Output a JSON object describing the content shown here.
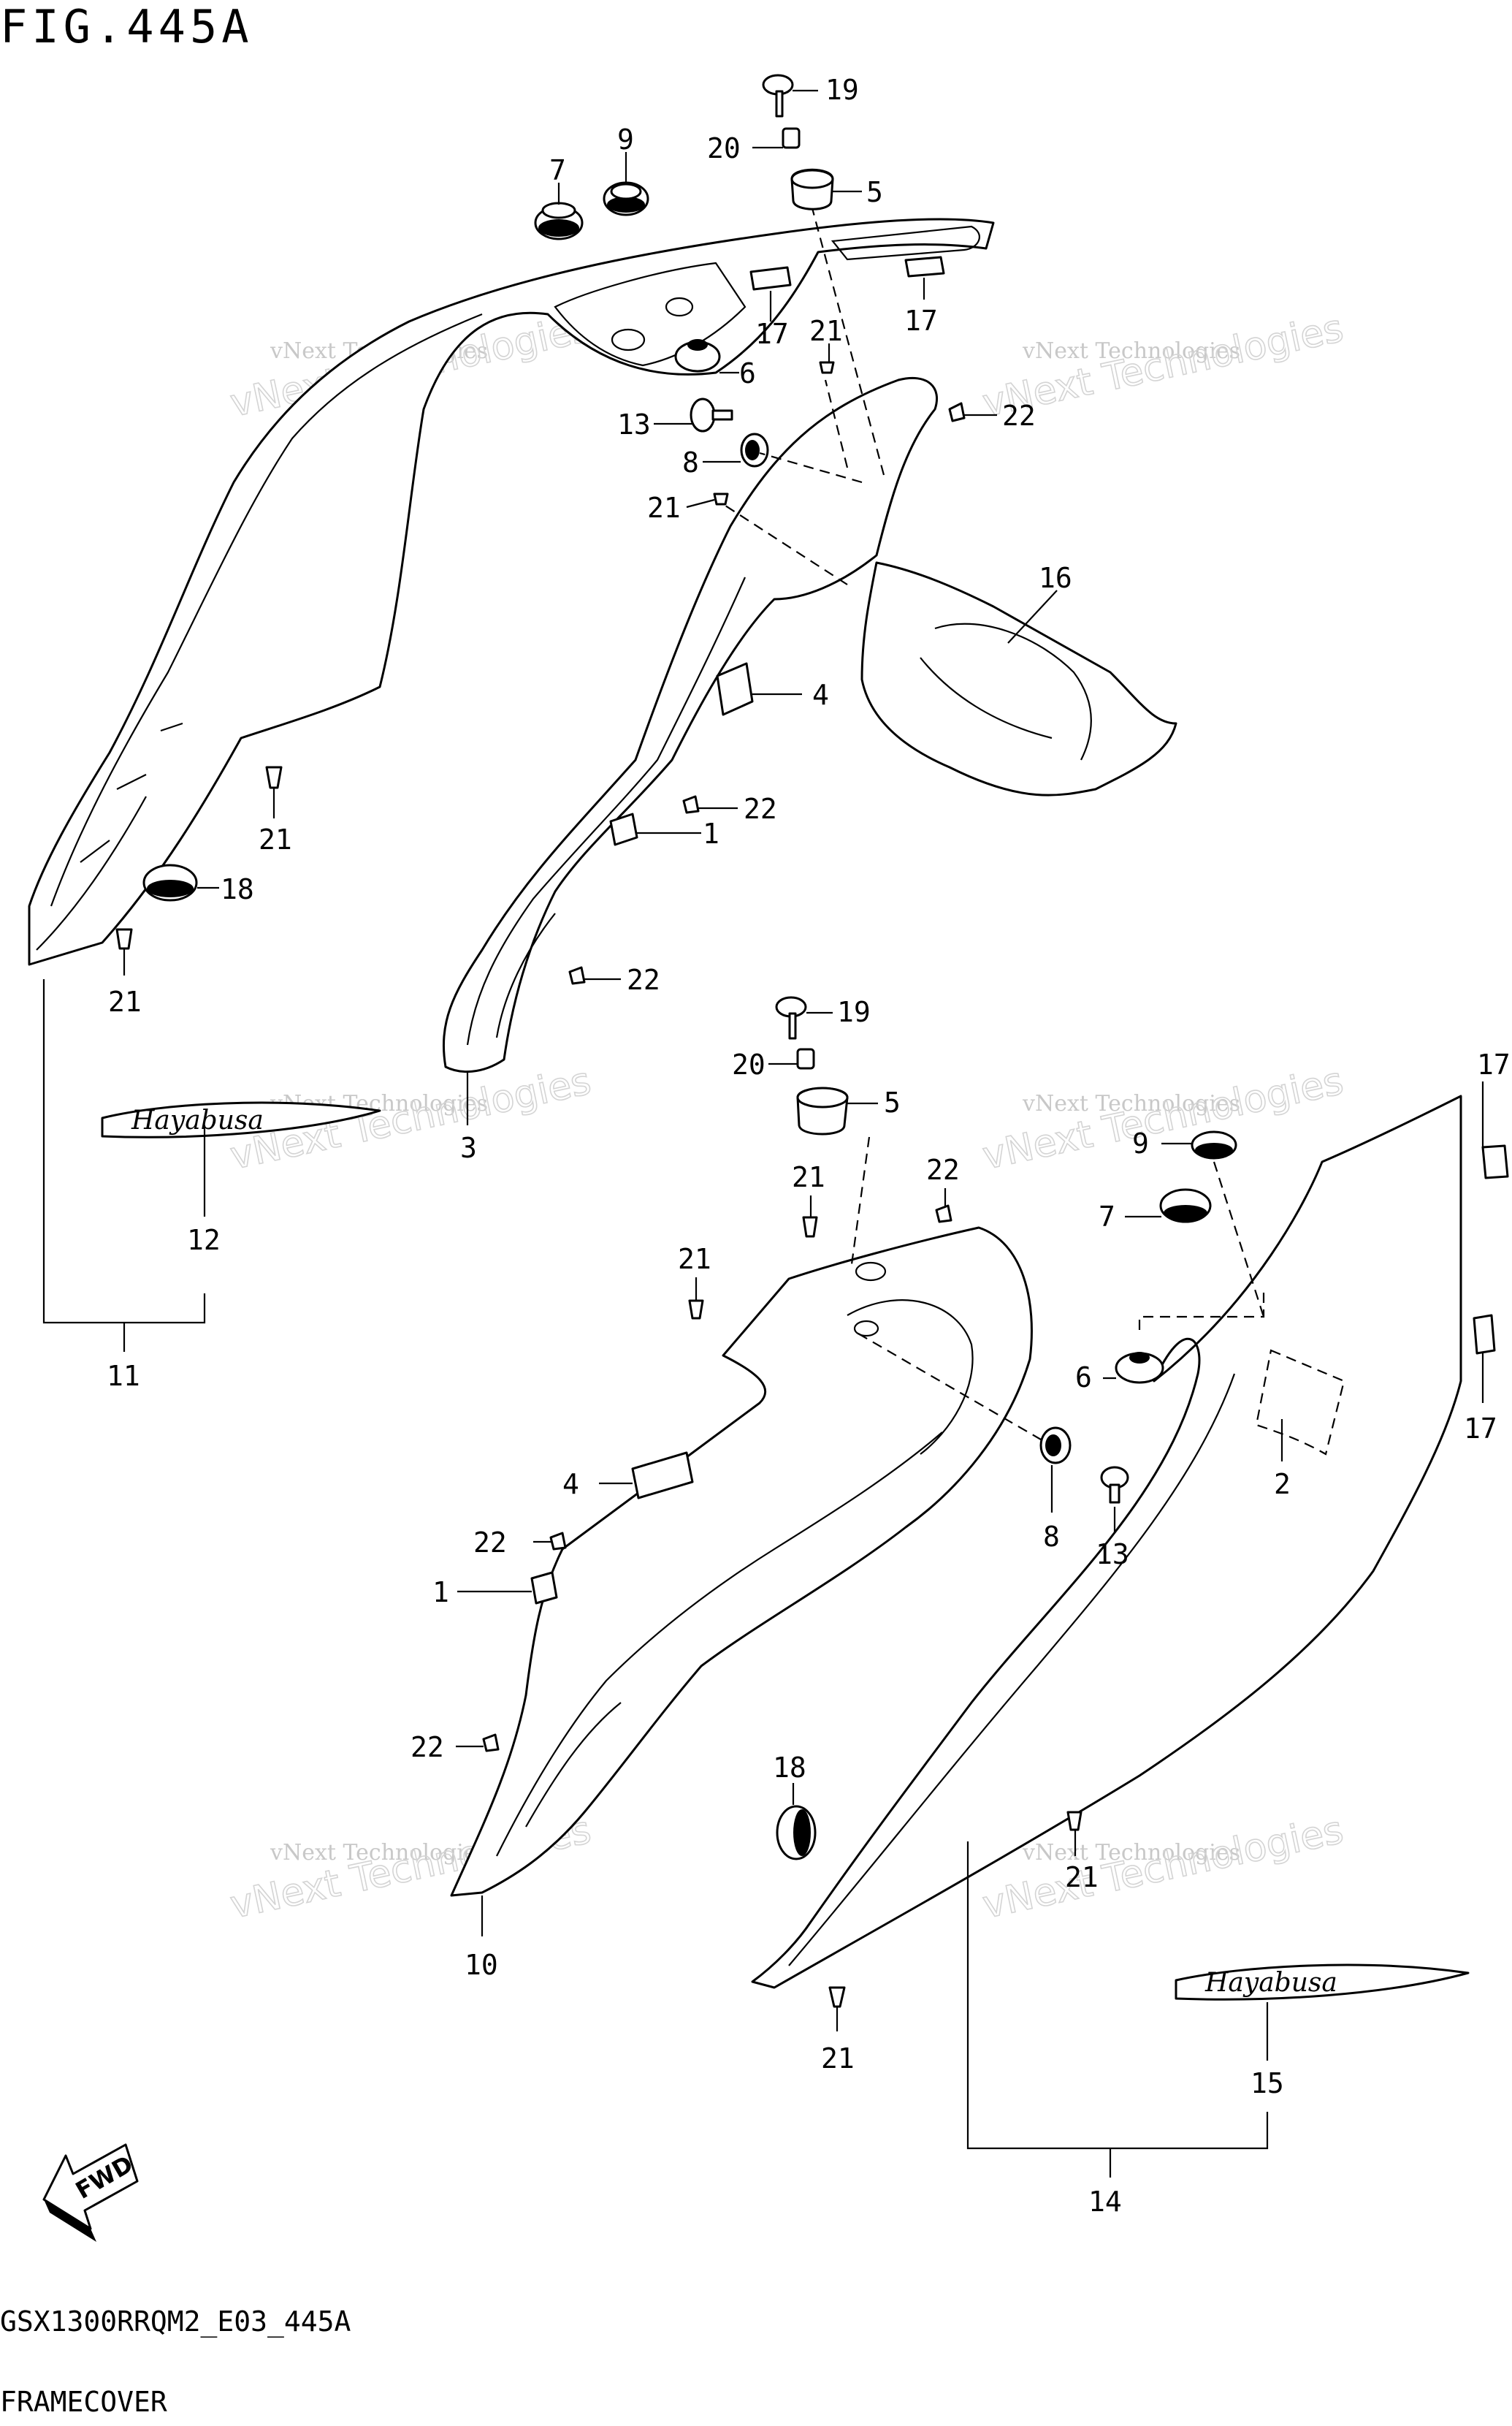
{
  "header": {
    "title": "FIG.445A"
  },
  "footer": {
    "model_code": "GSX1300RRQM2_E03_445A",
    "group_name": "FRAMECOVER"
  },
  "watermark": {
    "line1": "vNext Technologies",
    "line2": "vNext Technologies"
  },
  "fwd_label": "FWD",
  "emblem_text": "Hayabusa",
  "labels": {
    "upper": {
      "n19": "19",
      "n20": "20",
      "n5": "5",
      "n7": "7",
      "n9": "9",
      "n17a": "17",
      "n17b": "17",
      "n21a": "21",
      "n6": "6",
      "n22a": "22",
      "n13": "13",
      "n8": "8",
      "n21b": "21",
      "n16": "16",
      "n4": "4",
      "n22b": "22",
      "n1": "1",
      "n21c": "21",
      "n18": "18",
      "n21d": "21",
      "n22c": "22",
      "n3": "3",
      "n12": "12",
      "n11": "11"
    },
    "lower": {
      "n19": "19",
      "n20": "20",
      "n5": "5",
      "n17a": "17",
      "n9": "9",
      "n7": "7",
      "n21a": "21",
      "n22a": "22",
      "n21b": "21",
      "n6": "6",
      "n17b": "17",
      "n4": "4",
      "n2": "2",
      "n8": "8",
      "n22b": "22",
      "n13": "13",
      "n1": "1",
      "n22c": "22",
      "n18": "18",
      "n21c": "21",
      "n10": "10",
      "n21d": "21",
      "n15": "15",
      "n14": "14"
    }
  }
}
